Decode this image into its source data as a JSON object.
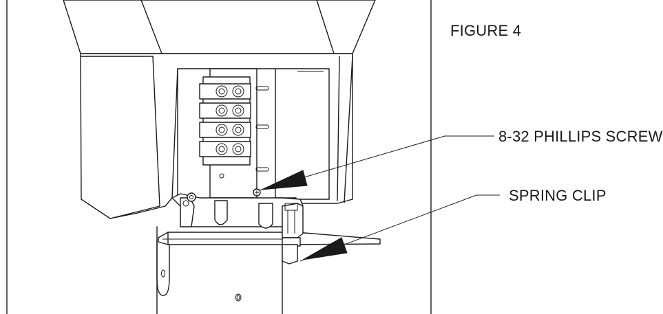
{
  "figure": {
    "title": "FIGURE 4"
  },
  "callouts": [
    {
      "id": "screw",
      "text": "8-32 PHILLIPS SCREW"
    },
    {
      "id": "clip",
      "text": "SPRING CLIP"
    }
  ],
  "colors": {
    "line": "#1a1a1a",
    "background": "#ffffff"
  }
}
